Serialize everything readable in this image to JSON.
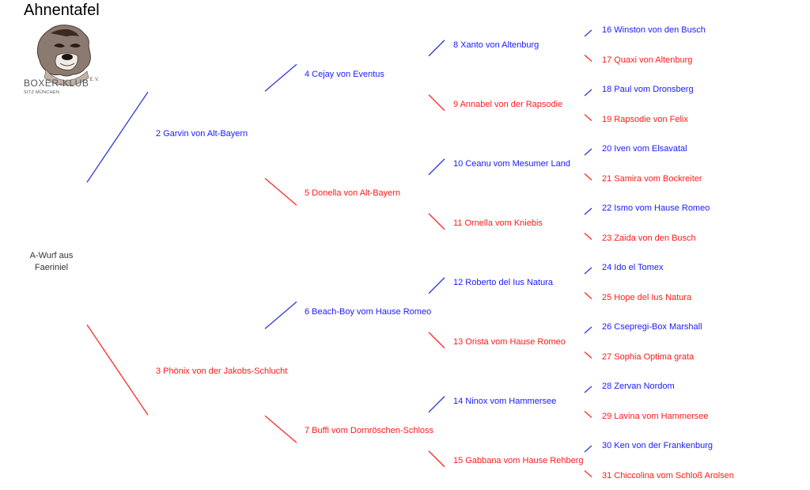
{
  "title": "Ahnentafel",
  "logo": {
    "name": "BOXER-KLUB",
    "suffix": "E.V.",
    "subtitle": "SITZ MÜNCHEN",
    "icon": "boxer-dog-head-icon"
  },
  "root": {
    "line1": "A-Wurf aus",
    "line2": "Faeriniel"
  },
  "colors": {
    "male": "#1a1aff",
    "female": "#ff1a1a",
    "male_line": "#2d3bd6",
    "female_line": "#ff2a2a"
  },
  "ancestors": [
    {
      "id": 2,
      "label": "2 Garvin von Alt-Bayern",
      "sex": "male"
    },
    {
      "id": 3,
      "label": "3 Phönix von der Jakobs-Schlucht",
      "sex": "female"
    },
    {
      "id": 4,
      "label": "4 Cejay von Eventus",
      "sex": "male"
    },
    {
      "id": 5,
      "label": "5 Donella von Alt-Bayern",
      "sex": "female"
    },
    {
      "id": 6,
      "label": "6 Beach-Boy vom Hause Romeo",
      "sex": "male"
    },
    {
      "id": 7,
      "label": "7 Buffi vom Dornröschen-Schloss",
      "sex": "female"
    },
    {
      "id": 8,
      "label": "8 Xanto von Altenburg",
      "sex": "male"
    },
    {
      "id": 9,
      "label": "9 Annabel von der Rapsodie",
      "sex": "female"
    },
    {
      "id": 10,
      "label": "10 Ceanu vom Mesumer Land",
      "sex": "male"
    },
    {
      "id": 11,
      "label": "11 Ornella vom Kniebis",
      "sex": "female"
    },
    {
      "id": 12,
      "label": "12 Roberto del Ius Natura",
      "sex": "male"
    },
    {
      "id": 13,
      "label": "13 Orista vom Hause Romeo",
      "sex": "female"
    },
    {
      "id": 14,
      "label": "14 Ninox vom Hammersee",
      "sex": "male"
    },
    {
      "id": 15,
      "label": "15 Gabbana vom Hause Rehberg",
      "sex": "female"
    },
    {
      "id": 16,
      "label": "16 Winston von den Busch",
      "sex": "male"
    },
    {
      "id": 17,
      "label": "17 Quaxi von Altenburg",
      "sex": "female"
    },
    {
      "id": 18,
      "label": "18 Paul vom Dronsberg",
      "sex": "male"
    },
    {
      "id": 19,
      "label": "19 Rapsodie von Felix",
      "sex": "female"
    },
    {
      "id": 20,
      "label": "20 Iven vom Elsavatal",
      "sex": "male"
    },
    {
      "id": 21,
      "label": "21 Samira vom Bockreiter",
      "sex": "female"
    },
    {
      "id": 22,
      "label": "22 Ismo vom Hause Romeo",
      "sex": "male"
    },
    {
      "id": 23,
      "label": "23 Zaida von den Busch",
      "sex": "female"
    },
    {
      "id": 24,
      "label": "24 Ido el Tomex",
      "sex": "male"
    },
    {
      "id": 25,
      "label": "25 Hope del Ius Natura",
      "sex": "female"
    },
    {
      "id": 26,
      "label": "26 Csepregi-Box Marshall",
      "sex": "male"
    },
    {
      "id": 27,
      "label": "27 Sophia Optima grata",
      "sex": "female"
    },
    {
      "id": 28,
      "label": "28 Zervan Nordom",
      "sex": "male"
    },
    {
      "id": 29,
      "label": "29 Lavina vom Hammersee",
      "sex": "female"
    },
    {
      "id": 30,
      "label": "30 Ken von der Frankenburg",
      "sex": "male"
    },
    {
      "id": 31,
      "label": "31 Chiccolina vom Schloß Arolsen",
      "sex": "female"
    }
  ]
}
